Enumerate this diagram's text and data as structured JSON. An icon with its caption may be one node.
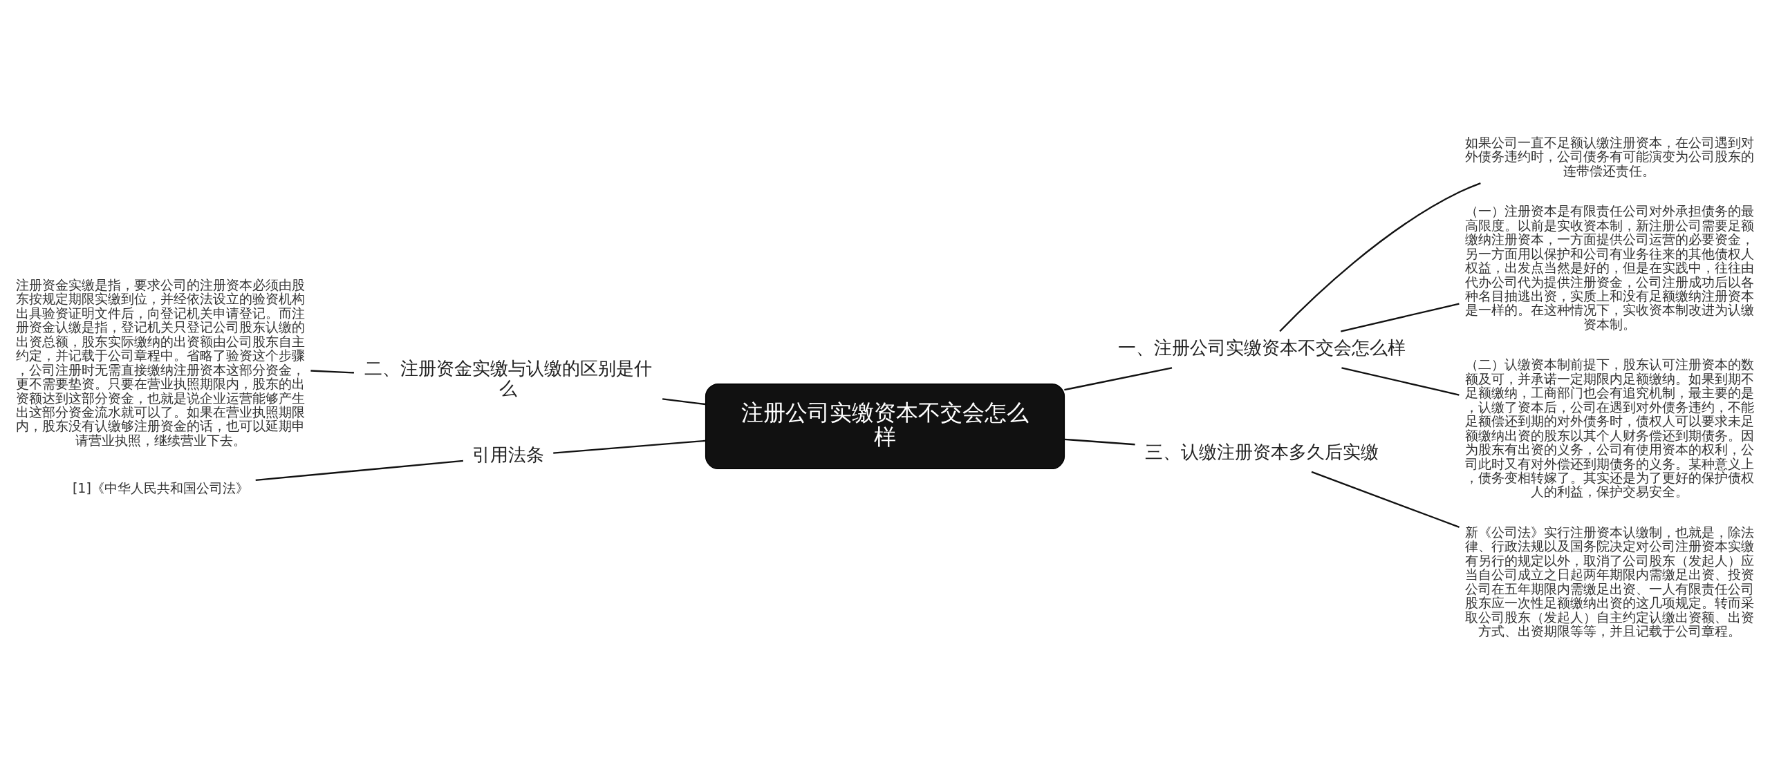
{
  "diagram": {
    "nodes": [
      {
        "text": [
          "注册公司实缴资本不交会怎么样"
        ]
      },
      {
        "text": [
          "一、注册公司实缴资本不交会怎么样"
        ]
      },
      {
        "text": [
          "如果公司一直不足额认缴注册资本，在公司遇到对外债务违约时，公司债务有可能演变为公司股东的连带偿还责任。"
        ]
      },
      {
        "text": [
          "（一）注册资本是有限责任公司对外承担债务的最高限度。以前是实收资本制，新注册公司需要足额缴纳注册资本，一方面提供公司运营的必要资金，另一方面用以保护和公司有业务往来的其他债权人权益，出发点当然是好的，但是在实践中，往往由代办公司代为提供注册资金，公司注册成功后以各种名目抽逃出资，实质上和没有足额缴纳注册资本是一样的。在这种情况下，实收资本制改进为认缴资本制。"
        ]
      },
      {
        "text": [
          "（二）认缴资本制前提下，股东认可注册资本的数额及可，并承诺一定期限内足额缴纳。如果到期不足额缴纳，工商部门也会有追究机制，最主要的是，认缴了资本后，公司在遇到对外债务违约，不能足额偿还到期的对外债务时，债权人可以要求未足额缴纳出资的股东以其个人财务偿还到期债务。因为股东有出资的义务，公司有使用资本的权利，公司此时又有对外偿还到期债务的义务。某种意义上，债务变相转嫁了。其实还是为了更好的保护债权人的利益，保护交易安全。"
        ]
      },
      {
        "text": [
          "三、认缴注册资本多久后实缴"
        ]
      },
      {
        "text": [
          "新《公司法》实行注册资本认缴制，也就是，除法律、行政法规以及国务院决定对公司注册资本实缴有另行的规定以外，取消了公司股东（发起人）应当自公司成立之日起两年期限内需缴足出资、投资公司在五年期限内需缴足出资、一人有限责任公司股东应一次性足额缴纳出资的这几项规定。转而采取公司股东（发起人）自主约定认缴出资额、出资方式、出资期限等等，并且记载于公司章程。"
        ]
      },
      {
        "text": [
          "二、注册资金实缴与认缴的区别是什么"
        ]
      },
      {
        "text": [
          "注册资金实缴是指，要求公司的注册资本必须由股东按规定期限实缴到位，并经依法设立的验资机构出具验资证明文件后，向登记机关申请登记。而注册资金认缴是指，登记机关只登记公司股东认缴的出资总额，股东实际缴纳的出资额由公司股东自主约定，并记载于公司章程中。省略了验资这个步骤，公司注册时无需直接缴纳注册资本这部分资金，更不需要垫资。只要在营业执照期限内，股东的出资额达到这部分资金，也就是说企业运营能够产生出这部分资金流水就可以了。如果在营业执照期限内，股东没有认缴够注册资金的话，也可以延期申请营业执照，继续营业下去。"
        ]
      },
      {
        "text": [
          "引用法条"
        ]
      },
      {
        "text": [
          "[1]《中华人民共和国公司法》"
        ]
      }
    ],
    "edges": [
      {
        "from": 0,
        "to": 1,
        "arrow": "none"
      },
      {
        "from": 1,
        "to": 2,
        "arrow": "none"
      },
      {
        "from": 1,
        "to": 3,
        "arrow": "none"
      },
      {
        "from": 1,
        "to": 4,
        "arrow": "none"
      },
      {
        "from": 0,
        "to": 5,
        "arrow": "none"
      },
      {
        "from": 5,
        "to": 6,
        "arrow": "none"
      },
      {
        "from": 7,
        "to": 0,
        "arrow": "none"
      },
      {
        "from": 8,
        "to": 7,
        "arrow": "none"
      },
      {
        "from": 9,
        "to": 0,
        "arrow": "none"
      },
      {
        "from": 10,
        "to": 9,
        "arrow": "none"
      }
    ]
  }
}
